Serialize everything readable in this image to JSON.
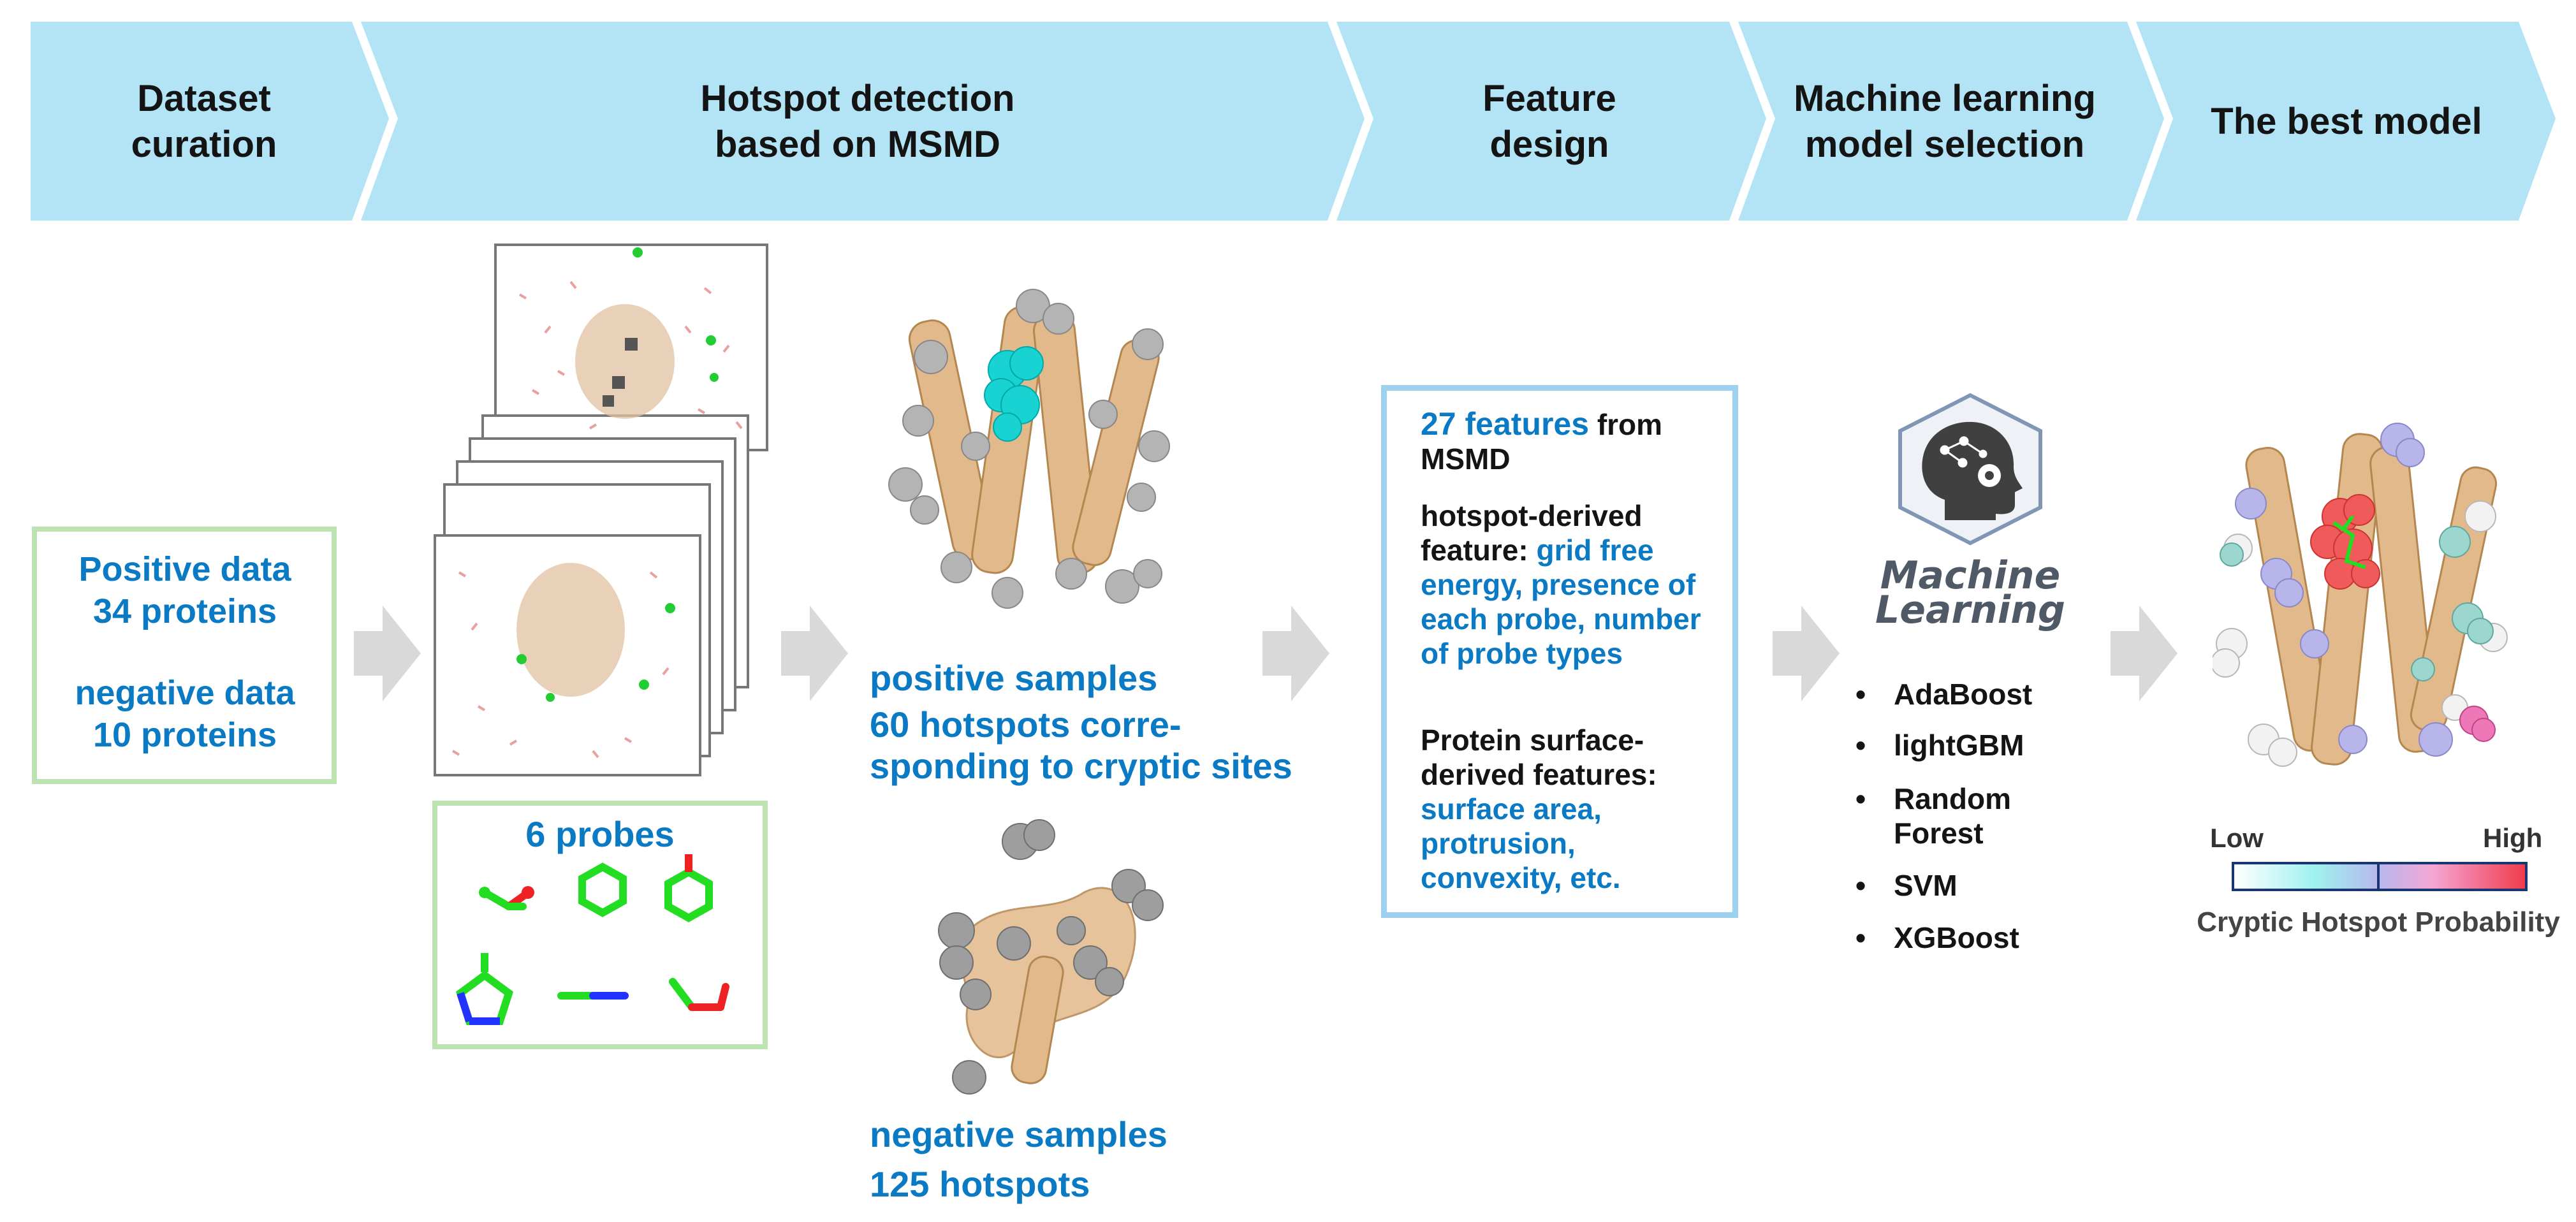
{
  "header": {
    "steps": [
      {
        "label": "Dataset\ncuration"
      },
      {
        "label": "Hotspot detection\nbased on MSMD"
      },
      {
        "label": "Feature\ndesign"
      },
      {
        "label": "Machine learning\nmodel selection"
      },
      {
        "label": "The best model"
      }
    ]
  },
  "dataset": {
    "positive_line1": "Positive data",
    "positive_line2": "34 proteins",
    "negative_line1": "negative data",
    "negative_line2": "10 proteins"
  },
  "probes": {
    "title": "6 probes"
  },
  "samples": {
    "positive_line1": "positive samples",
    "positive_line2": "60 hotspots corre-",
    "positive_line3": "sponding to cryptic sites",
    "negative_line1": "negative samples",
    "negative_line2": "125 hotspots"
  },
  "features": {
    "p1_blue": "27 features",
    "p1_dark": "from MSMD",
    "p2_dark": "hotspot-derived feature:",
    "p2_blue": "grid free energy, presence of each probe, number of probe types",
    "p3_dark": "Protein surface-derived features:",
    "p3_blue": "surface area, protrusion, convexity, etc."
  },
  "ml": {
    "logo_line1": "Machine",
    "logo_line2": "Learning",
    "bullet": "•",
    "items": [
      "AdaBoost",
      "lightGBM",
      "Random\nForest",
      "SVM",
      "XGBoost"
    ]
  },
  "scale": {
    "low": "Low",
    "high": "High",
    "caption": "Cryptic Hotspot Probability"
  },
  "colors": {
    "header_fill": "#b3e4f5",
    "accent_blue": "#0a7ac4",
    "box_green": "#bde3b3",
    "box_blue": "#9ed0ef",
    "protein_tan": "#e2b98a",
    "hotspot_grey": "#b4b4b4",
    "hotspot_cyan": "#19d3d3",
    "hotspot_red": "#f05a5a"
  }
}
